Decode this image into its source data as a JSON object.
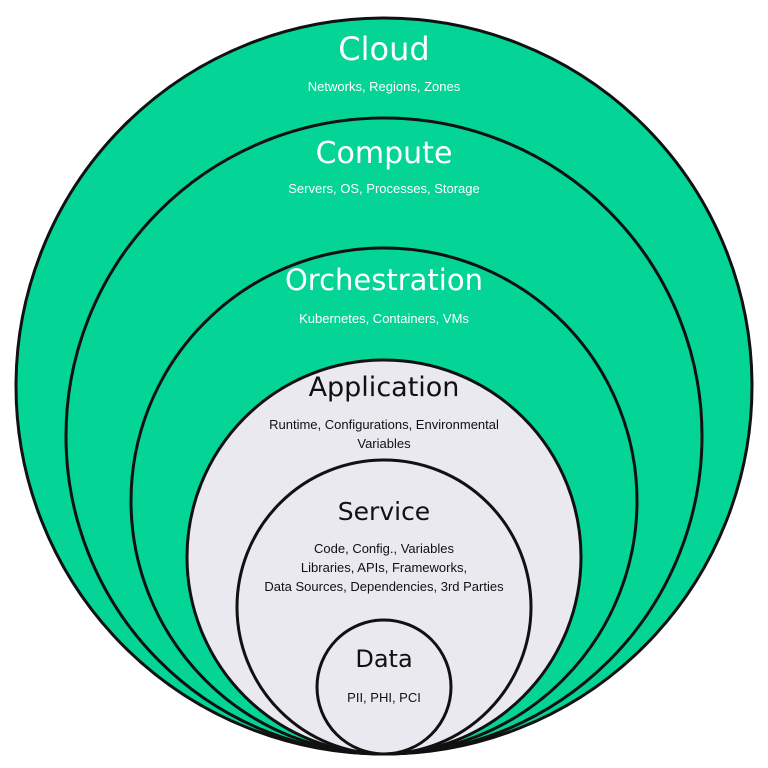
{
  "colors": {
    "outer_fill": "#04d496",
    "inner_fill": "#e9e9ef",
    "stroke": "#111111",
    "text_light": "#ffffff",
    "text_dark": "#111111"
  },
  "layers": [
    {
      "key": "cloud",
      "title": "Cloud",
      "subtitle": [
        "Networks, Regions, Zones"
      ]
    },
    {
      "key": "compute",
      "title": "Compute",
      "subtitle": [
        "Servers, OS, Processes, Storage"
      ]
    },
    {
      "key": "orchestration",
      "title": "Orchestration",
      "subtitle": [
        "Kubernetes, Containers, VMs"
      ]
    },
    {
      "key": "application",
      "title": "Application",
      "subtitle": [
        "Runtime, Configurations, Environmental",
        "Variables"
      ]
    },
    {
      "key": "service",
      "title": "Service",
      "subtitle": [
        "Code, Config., Variables",
        "Libraries, APIs, Frameworks,",
        "Data Sources, Dependencies, 3rd Parties"
      ]
    },
    {
      "key": "data",
      "title": "Data",
      "subtitle": [
        "PII, PHI, PCI"
      ]
    }
  ]
}
